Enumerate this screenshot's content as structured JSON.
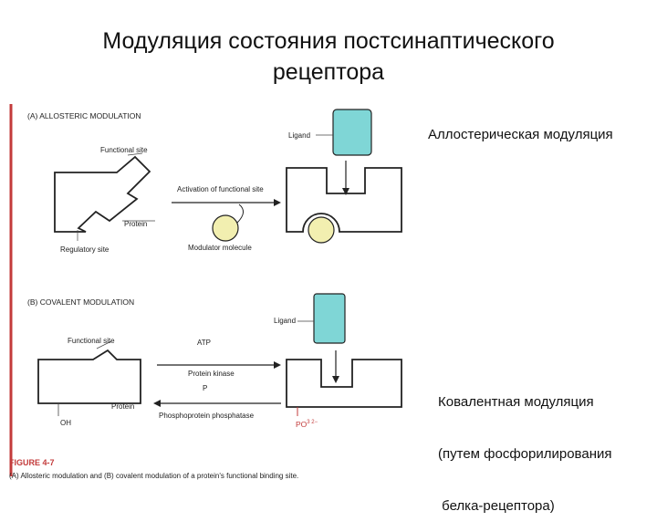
{
  "slide": {
    "title_line1": "Модуляция состояния постсинаптического",
    "title_line2": "рецептора",
    "annotation_allosteric": "Аллостерическая модуляция",
    "annotation_covalent_1": "Ковалентная модуляция",
    "annotation_covalent_2": "(путем фосфорилирования",
    "annotation_covalent_3": " белка-рецептора)"
  },
  "figure": {
    "panel_a": {
      "heading": "(A) ALLOSTERIC MODULATION",
      "functional_site": "Functional site",
      "activation": "Activation of functional site",
      "protein": "Protein",
      "regulatory_site": "Regulatory site",
      "modulator": "Modulator molecule",
      "ligand": "Ligand"
    },
    "panel_b": {
      "heading": "(B) COVALENT MODULATION",
      "functional_site": "Functional site",
      "atp": "ATP",
      "protein_kinase": "Protein kinase",
      "p": "P",
      "protein": "Protein",
      "oh": "OH",
      "phosphatase": "Phosphoprotein phosphatase",
      "po3": "PO",
      "po3_sup": "3 2−",
      "ligand": "Ligand"
    },
    "caption_label": "FIGURE 4-7",
    "caption": "(A) Allosteric modulation and (B) covalent modulation of a protein's functional binding site."
  },
  "colors": {
    "ligand_fill": "#7fd6d6",
    "modulator_fill": "#f2efb0",
    "figure_accent": "#c33b3b"
  }
}
